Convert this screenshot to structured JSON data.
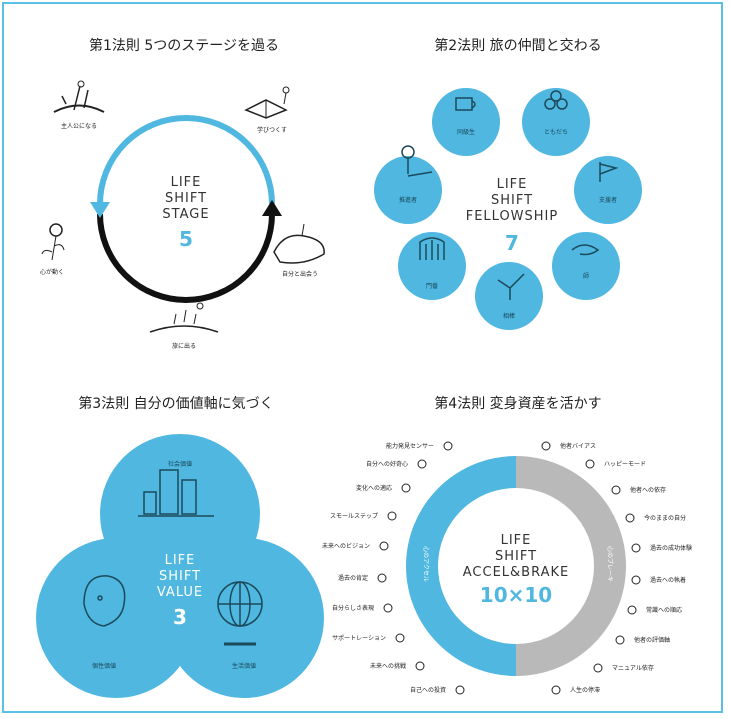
{
  "colors": {
    "accent": "#4fb7e0",
    "dark": "#111111",
    "gray": "#b9b9b9"
  },
  "q1": {
    "title": "第1法則 5つのステージを過る",
    "center": [
      "LIFE",
      "SHIFT",
      "STAGE"
    ],
    "number": "5",
    "stages": [
      "主人公になる",
      "学びつくす",
      "自分と出会う",
      "旅に出る",
      "心が動く"
    ]
  },
  "q2": {
    "title": "第2法則 旅の仲間と交わる",
    "center": [
      "LIFE",
      "SHIFT",
      "FELLOWSHIP"
    ],
    "number": "7",
    "members": [
      "同級生",
      "ともだち",
      "支援者",
      "師",
      "相棒",
      "門番",
      "推進者"
    ]
  },
  "q3": {
    "title": "第3法則 自分の価値軸に気づく",
    "center": [
      "LIFE",
      "SHIFT",
      "VALUE"
    ],
    "number": "3",
    "values": [
      "社会価値",
      "個性価値",
      "生活価値"
    ]
  },
  "q4": {
    "title": "第4法則 変身資産を活かす",
    "center": [
      "LIFE",
      "SHIFT",
      "ACCEL&BRAKE"
    ],
    "number": "10×10",
    "accel_label": "心のアクセル",
    "brake_label": "心のブレーキ",
    "left_items": [
      "能力発見センサー",
      "自分への好奇心",
      "変化への適応",
      "スモールステップ",
      "未来へのビジョン",
      "過去の肯定",
      "自分らしさ表現",
      "サポートレーション",
      "未来への挑戦",
      "自己への投資"
    ],
    "right_items": [
      "他者バイアス",
      "ハッピーモード",
      "他者への依存",
      "今のままの自分",
      "過去の成功体験",
      "過去への執着",
      "常識への順応",
      "他者の評価軸",
      "マニュアル依存",
      "人生の停滞"
    ]
  }
}
